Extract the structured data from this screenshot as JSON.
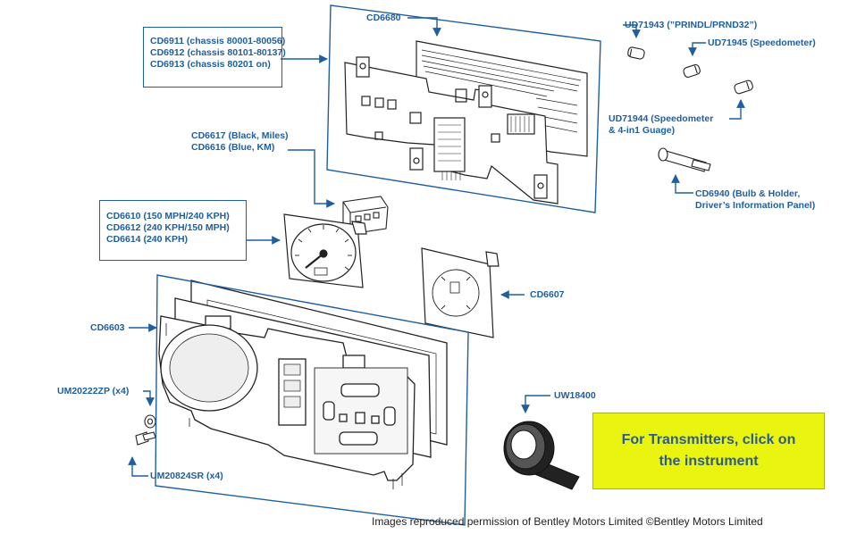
{
  "colors": {
    "label": "#1f5fa0",
    "banner_bg": "#e9f50f",
    "banner_text": "#2d5c8a",
    "drawing": "#222222"
  },
  "labels": {
    "cd6680": "CD6680",
    "cd6911_group": [
      "CD6911 (chassis 80001-80056)",
      "CD6912 (chassis 80101-80137)",
      "CD6913 (chassis 80201 on)"
    ],
    "cd6617_group": [
      "CD6617 (Black, Miles)",
      "CD6616 (Blue, KM)"
    ],
    "cd6610_group": [
      "CD6610 (150 MPH/240 KPH)",
      "CD6612 (240 KPH/150 MPH)",
      "CD6614 (240 KPH)"
    ],
    "cd6607": "CD6607",
    "cd6603": "CD6603",
    "um20222zp": "UM20222ZP (x4)",
    "um20824sr": "UM20824SR (x4)",
    "uw18400": "UW18400",
    "ud71943": "UD71943 (”PRINDL/PRND32”)",
    "ud71945": "UD71945 (Speedometer)",
    "ud71944": [
      "UD71944 (Speedometer",
      "& 4-in1 Guage)"
    ],
    "cd6940": [
      "CD6940 (Bulb & Holder,",
      "Driver’s Information Panel)"
    ]
  },
  "banner": {
    "line1": "For Transmitters, click on",
    "line2": "the instrument"
  },
  "credit": "Images reproduced permission of Bentley Motors Limited ©Bentley Motors Limited"
}
